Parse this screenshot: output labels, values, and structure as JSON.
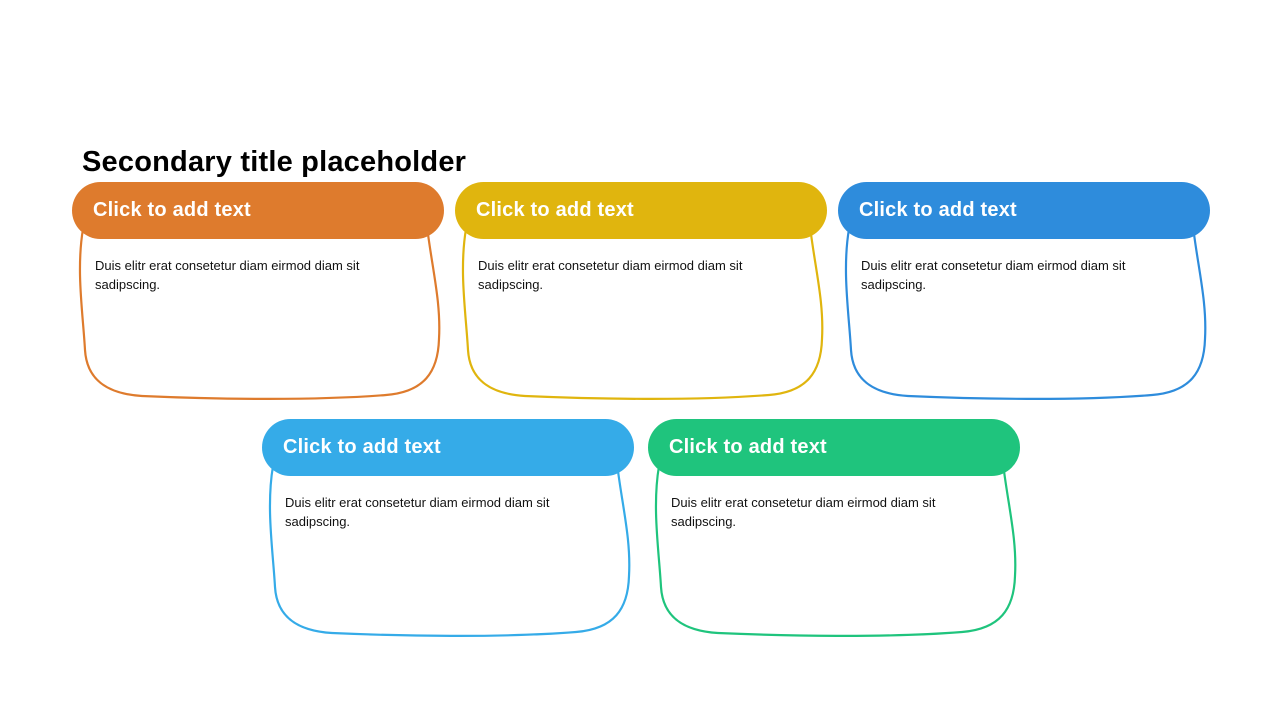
{
  "slide": {
    "title": "Secondary title placeholder",
    "background": "#ffffff"
  },
  "cards": [
    {
      "header": "Click to add text",
      "body": "Duis elitr erat consetetur diam eirmod diam sit sadipscing.",
      "accent": "#DE7B2D"
    },
    {
      "header": "Click to add text",
      "body": "Duis elitr erat consetetur diam eirmod diam sit sadipscing.",
      "accent": "#E0B50E"
    },
    {
      "header": "Click to add text",
      "body": "Duis elitr erat consetetur diam eirmod diam sit sadipscing.",
      "accent": "#2E8CDC"
    },
    {
      "header": "Click to add text",
      "body": "Duis elitr erat consetetur diam eirmod diam sit sadipscing.",
      "accent": "#35ABE8"
    },
    {
      "header": "Click to add text",
      "body": "Duis elitr erat consetetur diam eirmod diam sit sadipscing.",
      "accent": "#1FC47D"
    }
  ]
}
